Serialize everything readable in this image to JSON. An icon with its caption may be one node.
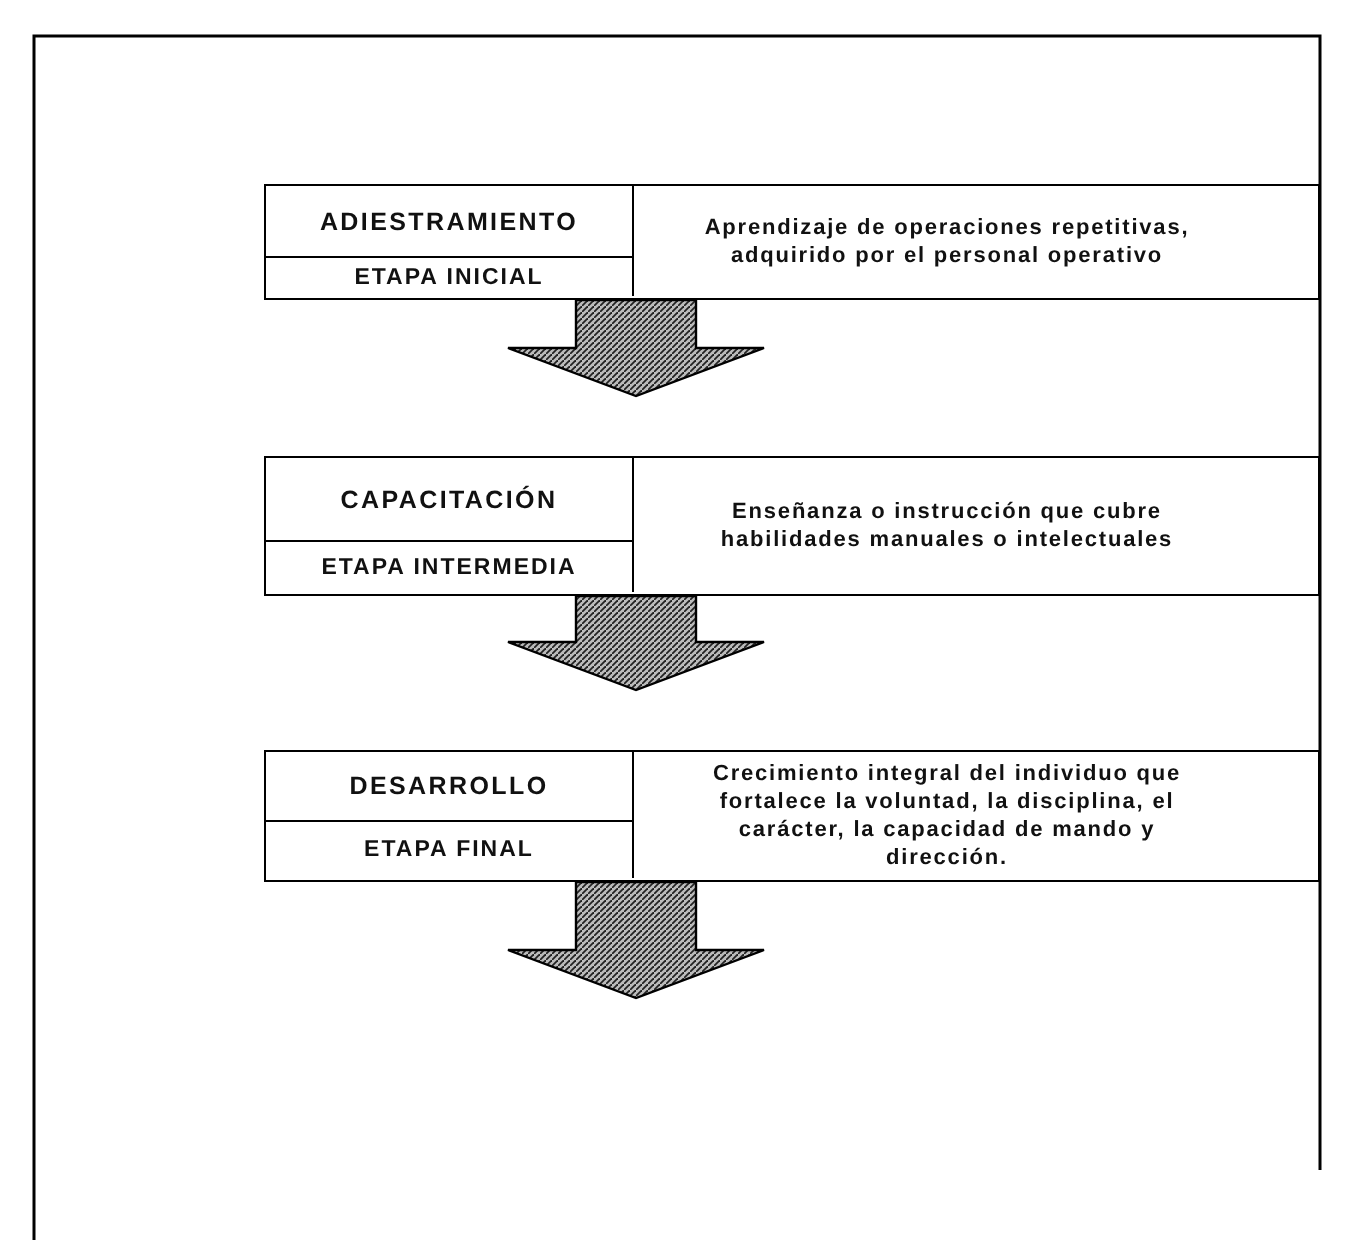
{
  "diagram": {
    "nodes": [
      {
        "text": [],
        "shape": "box"
      },
      {
        "text": [
          "ADIESTRAMIENTO"
        ],
        "in": 0
      },
      {
        "text": [
          "ETAPA INICIAL"
        ],
        "in": 0
      },
      {
        "text": [
          "Aprendizaje de operaciones repetitivas, adquirido por el personal operativo"
        ],
        "in": 0
      },
      {
        "text": [],
        "shape": "box"
      },
      {
        "text": [
          "CAPACITACIÓN"
        ],
        "in": 4
      },
      {
        "text": [
          "ETAPA INTERMEDIA"
        ],
        "in": 4
      },
      {
        "text": [
          "Enseñanza o instrucción que cubre habilidades manuales o intelectuales"
        ],
        "in": 4
      },
      {
        "text": [],
        "shape": "box"
      },
      {
        "text": [
          "DESARROLLO"
        ],
        "in": 8
      },
      {
        "text": [
          "ETAPA FINAL"
        ],
        "in": 8
      },
      {
        "text": [
          "Crecimiento integral del individuo que fortalece la voluntad, la disciplina, el carácter, la capacidad de mando y dirección."
        ],
        "in": 8
      }
    ],
    "edges": [
      {
        "from": 0,
        "to": 4,
        "arrow": "to"
      },
      {
        "from": 4,
        "to": 8,
        "arrow": "to"
      },
      {
        "from": 8,
        "to": null,
        "arrow": "to"
      }
    ]
  }
}
